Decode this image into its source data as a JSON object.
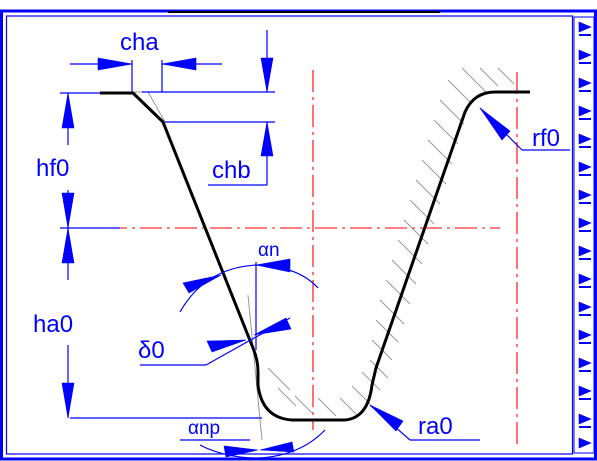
{
  "colors": {
    "frame": "#0000ff",
    "annotation": "#0000ff",
    "profile": "#000000",
    "centerline": "#ff0000",
    "hatch": "#9a9a9a",
    "background": "#ffffff"
  },
  "labels": {
    "cha": "cha",
    "chb": "chb",
    "hf0": "hf0",
    "ha0": "ha0",
    "rf0": "rf0",
    "ra0": "ra0",
    "alpha_n": "αn",
    "delta0": "δ0",
    "alpha_np": "αnp"
  }
}
